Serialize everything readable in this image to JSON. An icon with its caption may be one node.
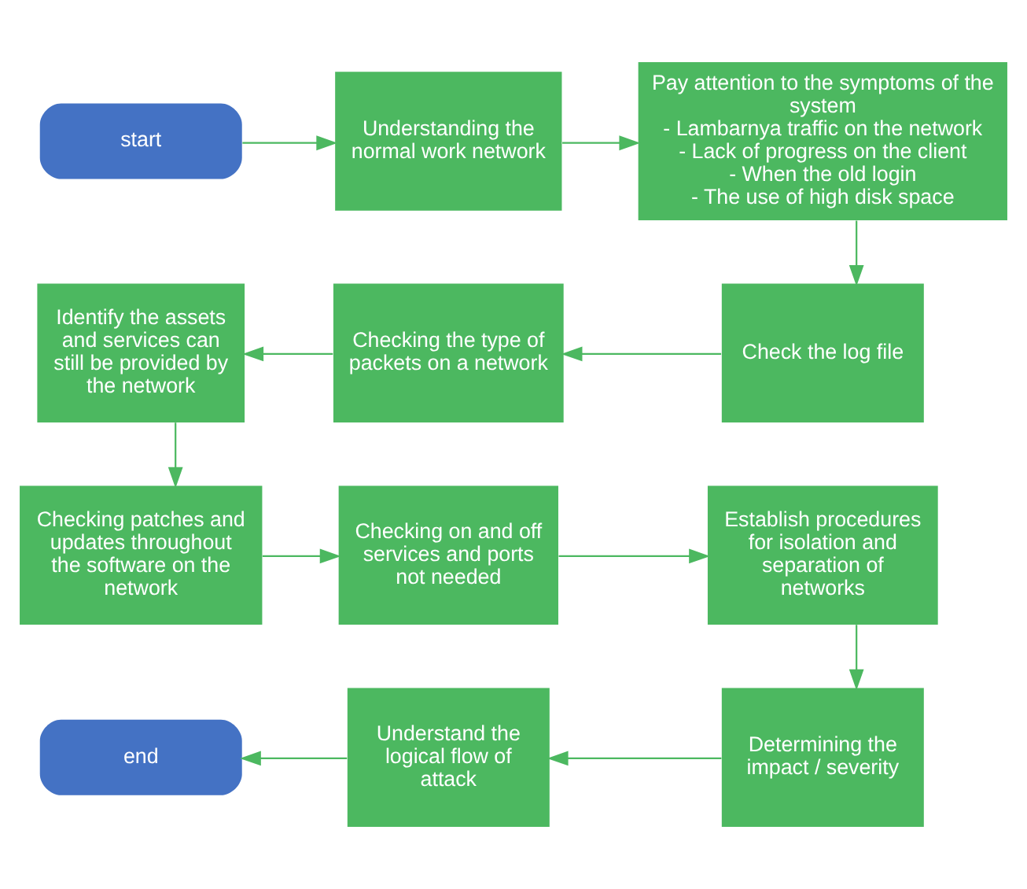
{
  "diagram": {
    "nodes": [
      {
        "text": [
          "start"
        ]
      },
      {
        "text": [
          "Understanding the normal work network"
        ]
      },
      {
        "text": [
          "Pay attention to the symptoms of the system",
          "- Lambarnya traffic on the network",
          "- Lack of progress on the client",
          "- When the old login",
          "- The use of high disk space"
        ]
      },
      {
        "text": [
          "Check the log file"
        ]
      },
      {
        "text": [
          "Checking the type of packets on a network"
        ]
      },
      {
        "text": [
          "Identify the assets and services can still be provided by the network"
        ]
      },
      {
        "text": [
          "Checking patches and updates throughout the software on the network"
        ]
      },
      {
        "text": [
          "Checking on and off services and ports not needed"
        ]
      },
      {
        "text": [
          "Establish procedures for isolation and separation of networks"
        ]
      },
      {
        "text": [
          "Determining the impact / severity"
        ]
      },
      {
        "text": [
          "Understand the logical flow of attack"
        ]
      },
      {
        "text": [
          "end"
        ]
      }
    ],
    "edges": [
      {
        "from": 0,
        "to": 1,
        "arrow": "to"
      },
      {
        "from": 1,
        "to": 2,
        "arrow": "to"
      },
      {
        "from": 2,
        "to": 3,
        "arrow": "to"
      },
      {
        "from": 3,
        "to": 4,
        "arrow": "to"
      },
      {
        "from": 4,
        "to": 5,
        "arrow": "to"
      },
      {
        "from": 5,
        "to": 6,
        "arrow": "to"
      },
      {
        "from": 6,
        "to": 7,
        "arrow": "to"
      },
      {
        "from": 7,
        "to": 8,
        "arrow": "to"
      },
      {
        "from": 8,
        "to": 9,
        "arrow": "to"
      },
      {
        "from": 9,
        "to": 10,
        "arrow": "to"
      },
      {
        "from": 10,
        "to": 11,
        "arrow": "to"
      }
    ]
  }
}
